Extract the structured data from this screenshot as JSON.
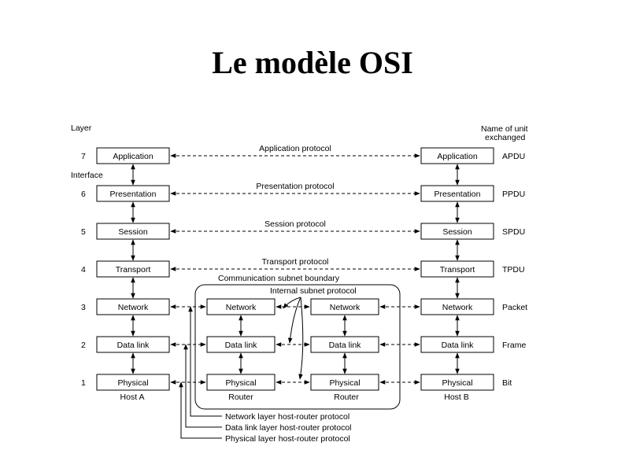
{
  "title": "Le modèle OSI",
  "headers": {
    "layer": "Layer",
    "unit_line1": "Name of unit",
    "unit_line2": "exchanged",
    "interface": "Interface"
  },
  "layers": [
    {
      "number": "7",
      "name": "Application",
      "protocol": "Application protocol",
      "unit": "APDU"
    },
    {
      "number": "6",
      "name": "Presentation",
      "protocol": "Presentation protocol",
      "unit": "PPDU"
    },
    {
      "number": "5",
      "name": "Session",
      "protocol": "Session protocol",
      "unit": "SPDU"
    },
    {
      "number": "4",
      "name": "Transport",
      "protocol": "Transport protocol",
      "unit": "TPDU"
    },
    {
      "number": "3",
      "name": "Network",
      "unit": "Packet"
    },
    {
      "number": "2",
      "name": "Data link",
      "unit": "Frame"
    },
    {
      "number": "1",
      "name": "Physical",
      "unit": "Bit"
    }
  ],
  "hosts": {
    "a": "Host A",
    "b": "Host B"
  },
  "router_label": "Router",
  "router_layers": [
    "Network",
    "Data link",
    "Physical"
  ],
  "subnet_boundary": "Communication subnet boundary",
  "internal_protocol": "Internal subnet protocol",
  "host_router_protocols": [
    "Network layer host-router protocol",
    "Data link layer host-router protocol",
    "Physical layer host-router protocol"
  ]
}
